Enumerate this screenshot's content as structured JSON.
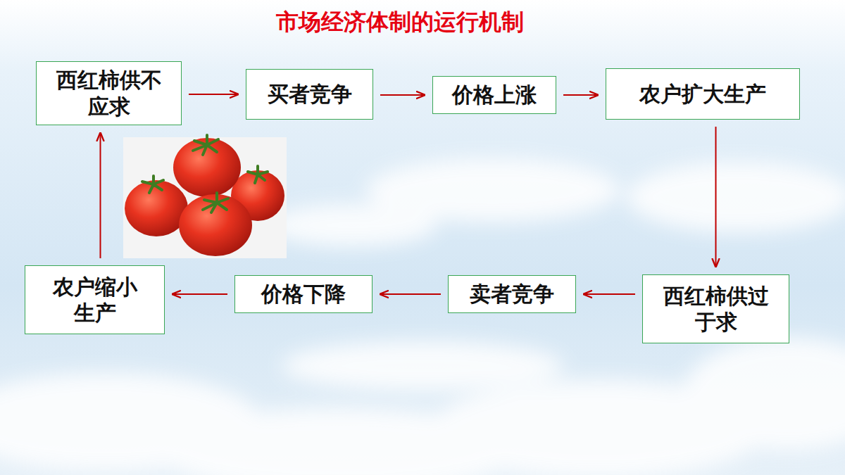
{
  "diagram": {
    "title": "市场经济体制的运行机制",
    "nodes": [
      {
        "text": [
          "西红柿供不 应求"
        ]
      },
      {
        "text": [
          "买者竞争"
        ]
      },
      {
        "text": [
          "价格上涨"
        ]
      },
      {
        "text": [
          "农户扩大生产"
        ]
      },
      {
        "text": [
          "农户缩小 生产"
        ]
      },
      {
        "text": [
          "价格下降"
        ]
      },
      {
        "text": [
          "卖者竞争"
        ]
      },
      {
        "text": [
          "西红柿供过 于求"
        ]
      }
    ],
    "edges": [
      {
        "from": 0,
        "to": 1,
        "arrow": "to"
      },
      {
        "from": 1,
        "to": 2,
        "arrow": "to"
      },
      {
        "from": 2,
        "to": 3,
        "arrow": "to"
      },
      {
        "from": 3,
        "to": 7,
        "arrow": "to"
      },
      {
        "from": 7,
        "to": 6,
        "arrow": "to"
      },
      {
        "from": 6,
        "to": 5,
        "arrow": "to"
      },
      {
        "from": 5,
        "to": 4,
        "arrow": "to"
      },
      {
        "from": 4,
        "to": 0,
        "arrow": "to"
      }
    ]
  }
}
